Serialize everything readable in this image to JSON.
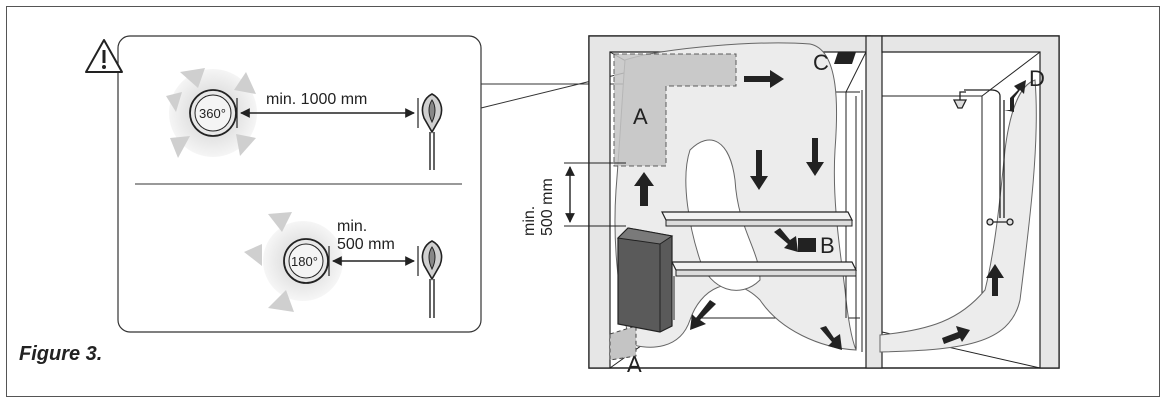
{
  "figure": {
    "caption": "Figure 3.",
    "inset": {
      "label_360": "360°",
      "distance_360": "min. 1000 mm",
      "label_180": "180°",
      "distance_180_line1": "min.",
      "distance_180_line2": "500 mm"
    },
    "room": {
      "vertical_dim_line1": "min.",
      "vertical_dim_line2": "500 mm",
      "label_a_top": "A",
      "label_a_bottom": "A",
      "label_b": "B",
      "label_c": "C",
      "label_d": "D"
    }
  },
  "icons": [
    "warning-icon",
    "heater-symbol-icon",
    "sensor-icon",
    "arrow-icon",
    "shower-icon"
  ],
  "colors": {
    "line": "#222222",
    "gray_area": "#c8c8c8",
    "airflow": "#e4e4e4",
    "heater": "#5a5a5a"
  }
}
